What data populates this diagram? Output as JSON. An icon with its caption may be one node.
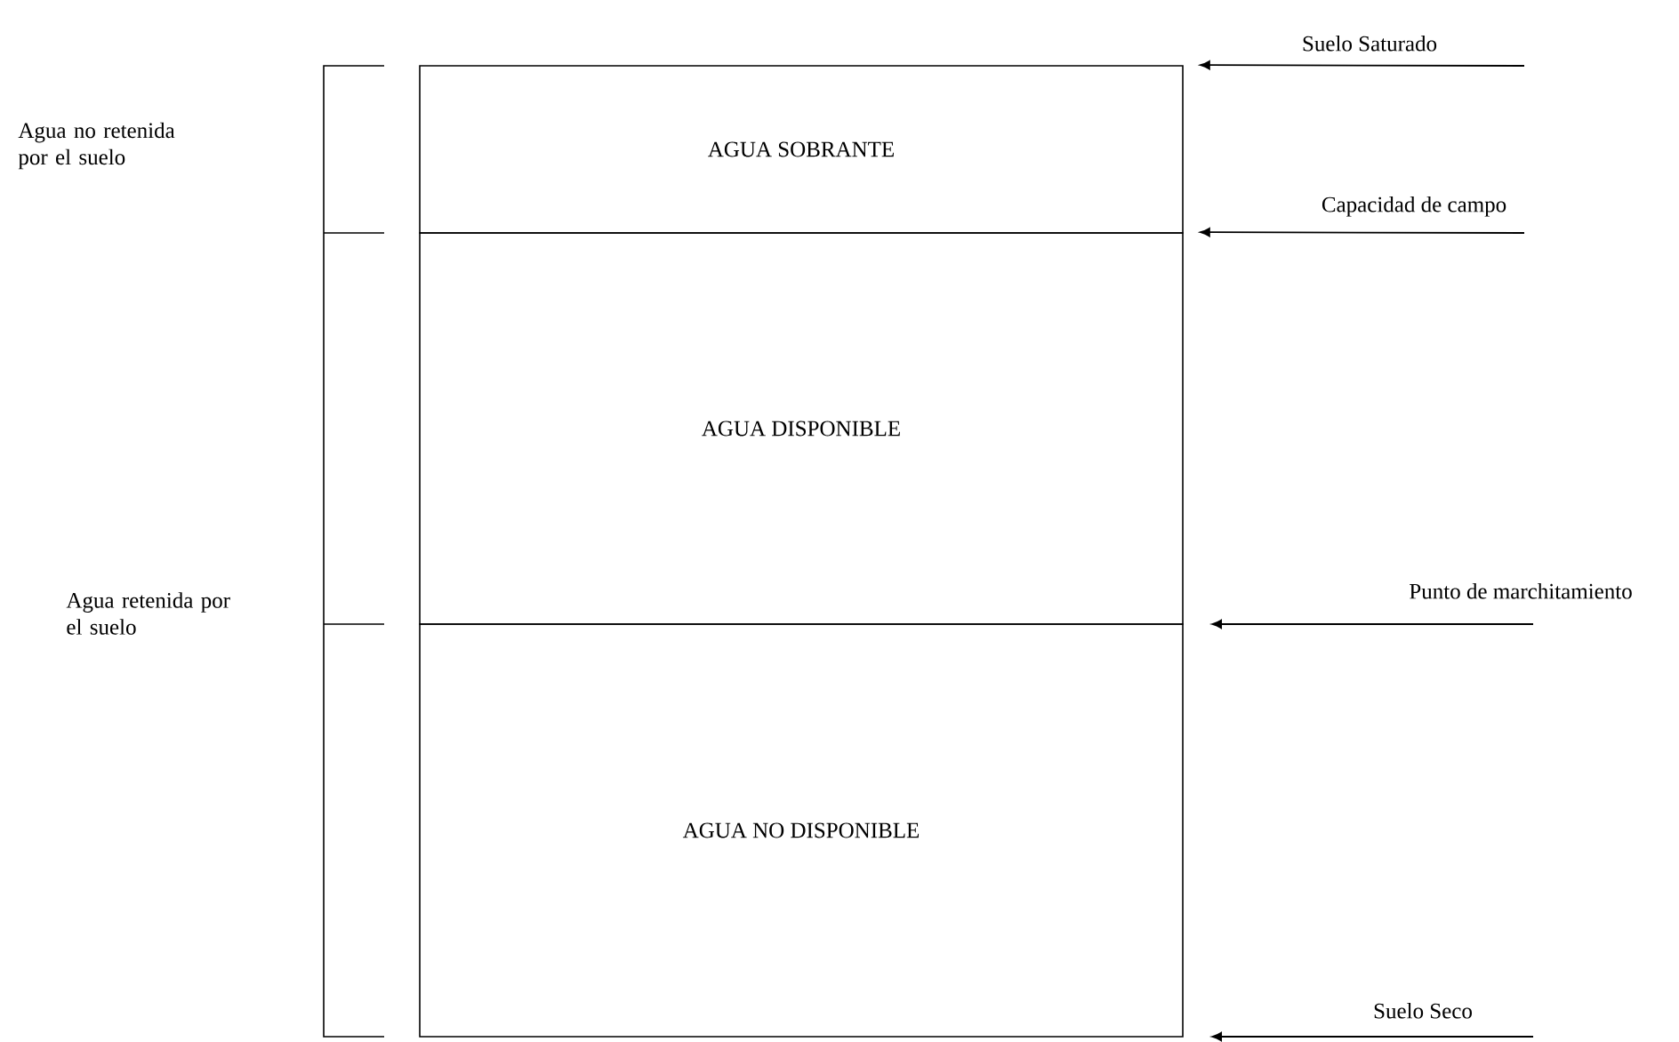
{
  "diagram": {
    "nodes": [
      {
        "text": [
          "AGUA SOBRANTE"
        ]
      },
      {
        "text": [
          "AGUA DISPONIBLE"
        ]
      },
      {
        "text": [
          "AGUA NO DISPONIBLE"
        ]
      },
      {
        "text": [
          "Suelo Saturado"
        ]
      },
      {
        "text": [
          "Capacidad de campo"
        ]
      },
      {
        "text": [
          "Punto de marchitamiento"
        ]
      },
      {
        "text": [
          "Suelo Seco"
        ]
      }
    ],
    "edges": [
      {
        "from": 3,
        "to": 0,
        "arrow": "to"
      },
      {
        "from": 4,
        "to": 1,
        "arrow": "to"
      },
      {
        "from": 5,
        "to": null,
        "arrow": "to"
      },
      {
        "from": 6,
        "to": null,
        "arrow": "to"
      }
    ],
    "labels": [
      "Agua no retenida por el suelo",
      "Agua retenida por el suelo"
    ]
  }
}
